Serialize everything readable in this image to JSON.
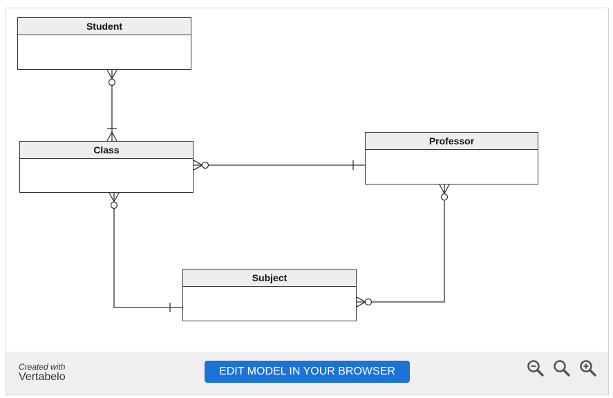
{
  "entities": {
    "student": {
      "name": "Student"
    },
    "class": {
      "name": "Class"
    },
    "professor": {
      "name": "Professor"
    },
    "subject": {
      "name": "Subject"
    }
  },
  "relationships": [
    {
      "from": "Student",
      "to": "Class",
      "from_cardinality": "zero-or-many",
      "to_cardinality": "one-or-many"
    },
    {
      "from": "Class",
      "to": "Professor",
      "from_cardinality": "zero-or-many",
      "to_cardinality": "one"
    },
    {
      "from": "Class",
      "to": "Subject",
      "from_cardinality": "zero-or-many",
      "to_cardinality": "one"
    },
    {
      "from": "Professor",
      "to": "Subject",
      "from_cardinality": "zero-or-many",
      "to_cardinality": "zero-or-many"
    }
  ],
  "footer": {
    "created_with": "Created with",
    "brand": "Vertabelo",
    "edit_button": "EDIT MODEL IN YOUR BROWSER",
    "zoom_out_icon": "zoom-out-icon",
    "zoom_reset_icon": "magnifier-icon",
    "zoom_in_icon": "zoom-in-icon"
  },
  "colors": {
    "line": "#333333",
    "header_bg": "#eeeeee",
    "button_bg": "#1a73d5",
    "footer_bg": "#efefef",
    "icon": "#555555"
  }
}
